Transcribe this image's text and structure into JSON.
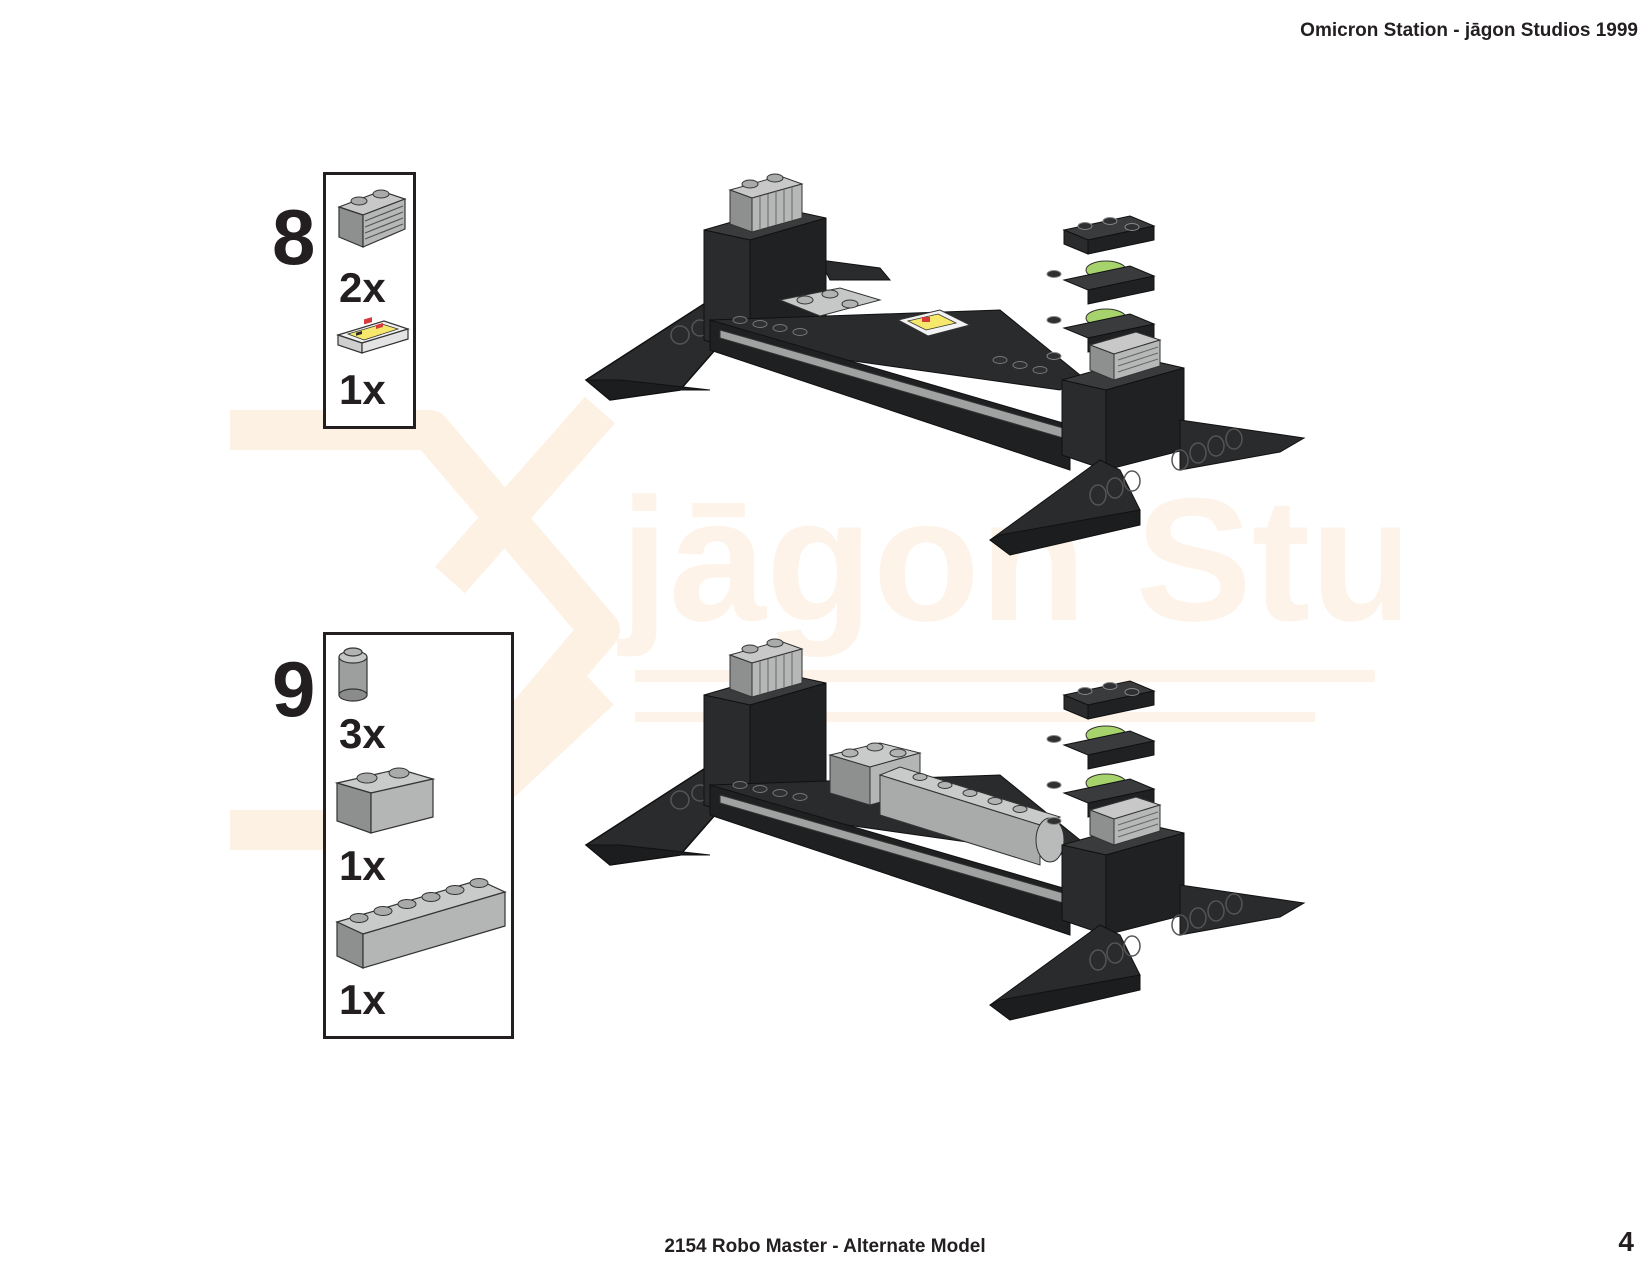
{
  "header": {
    "title": "Omicron Station - jāgon Studios 1999"
  },
  "footer": {
    "title": "2154 Robo Master - Alternate Model",
    "page_number": "4"
  },
  "watermark": {
    "text": "jāgon Studios"
  },
  "colors": {
    "dark_bley": "#2a2b2d",
    "light_bley": "#a0a2a1",
    "lime": "#a6d36b",
    "text": "#231f20"
  },
  "steps": [
    {
      "number": "8",
      "parts": [
        {
          "icon": "grille-slope-light-grey-icon",
          "quantity": "2x"
        },
        {
          "icon": "printed-tile-computer-icon",
          "quantity": "1x"
        }
      ]
    },
    {
      "number": "9",
      "parts": [
        {
          "icon": "round-brick-1x1-light-grey-icon",
          "quantity": "3x"
        },
        {
          "icon": "brick-1x2-light-grey-icon",
          "quantity": "1x"
        },
        {
          "icon": "brick-1x6-light-grey-icon",
          "quantity": "1x"
        }
      ]
    }
  ]
}
